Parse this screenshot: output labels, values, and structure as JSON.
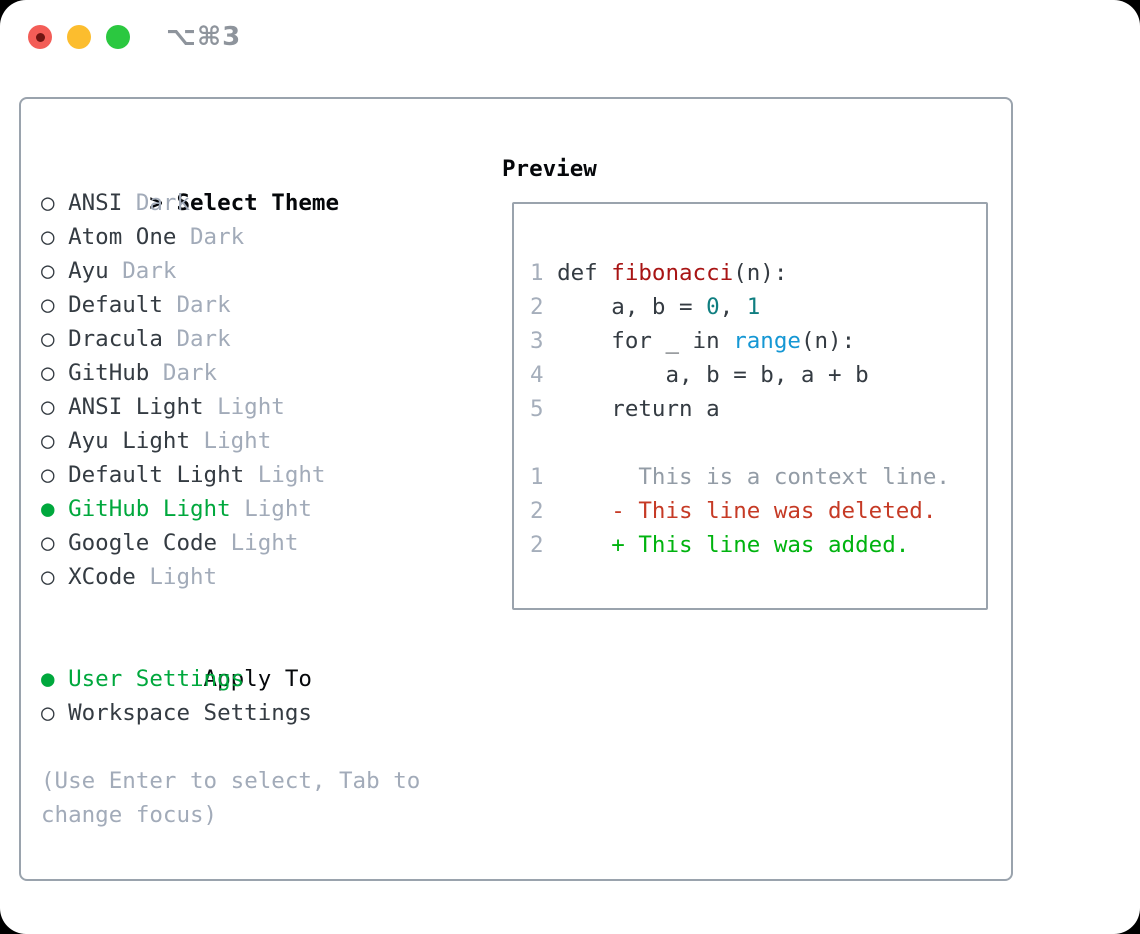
{
  "titlebar": {
    "shortcut": "⌥⌘3"
  },
  "markers": {
    "title": ">",
    "selected": "●",
    "unselected": "○"
  },
  "theme_list": {
    "title": "Select Theme",
    "items": [
      {
        "name": "ANSI",
        "variant": "Dark",
        "selected": false
      },
      {
        "name": "Atom One",
        "variant": "Dark",
        "selected": false
      },
      {
        "name": "Ayu",
        "variant": "Dark",
        "selected": false
      },
      {
        "name": "Default",
        "variant": "Dark",
        "selected": false
      },
      {
        "name": "Dracula",
        "variant": "Dark",
        "selected": false
      },
      {
        "name": "GitHub",
        "variant": "Dark",
        "selected": false
      },
      {
        "name": "ANSI Light",
        "variant": "Light",
        "selected": false
      },
      {
        "name": "Ayu Light",
        "variant": "Light",
        "selected": false
      },
      {
        "name": "Default Light",
        "variant": "Light",
        "selected": false
      },
      {
        "name": "GitHub Light",
        "variant": "Light",
        "selected": true
      },
      {
        "name": "Google Code",
        "variant": "Light",
        "selected": false
      },
      {
        "name": "XCode",
        "variant": "Light",
        "selected": false
      }
    ]
  },
  "apply_to": {
    "title": "Apply To",
    "options": [
      {
        "label": "User Settings",
        "selected": true
      },
      {
        "label": "Workspace Settings",
        "selected": false
      }
    ]
  },
  "hint": "(Use Enter to select, Tab to change focus)",
  "preview": {
    "title": "Preview",
    "lines": [
      {
        "num": "1",
        "tokens": [
          {
            "t": " def ",
            "c": "fg"
          },
          {
            "t": "fibonacci",
            "c": "fn"
          },
          {
            "t": "(n):",
            "c": "fg"
          }
        ]
      },
      {
        "num": "2",
        "tokens": [
          {
            "t": "     a, b = ",
            "c": "fg"
          },
          {
            "t": "0",
            "c": "num"
          },
          {
            "t": ", ",
            "c": "fg"
          },
          {
            "t": "1",
            "c": "num"
          }
        ]
      },
      {
        "num": "3",
        "tokens": [
          {
            "t": "     for _ in ",
            "c": "fg"
          },
          {
            "t": "range",
            "c": "call"
          },
          {
            "t": "(n):",
            "c": "fg"
          }
        ]
      },
      {
        "num": "4",
        "tokens": [
          {
            "t": "         a, b = b, a + b",
            "c": "fg"
          }
        ]
      },
      {
        "num": "5",
        "tokens": [
          {
            "t": "     return a",
            "c": "fg"
          }
        ]
      },
      {
        "num": "",
        "tokens": []
      },
      {
        "num": "1",
        "tokens": [
          {
            "t": "       This is a context line.",
            "c": "ctx"
          }
        ]
      },
      {
        "num": "2",
        "tokens": [
          {
            "t": "     - This line was deleted.",
            "c": "del"
          }
        ]
      },
      {
        "num": "2",
        "tokens": [
          {
            "t": "     + This line was added.",
            "c": "add"
          }
        ]
      }
    ]
  },
  "colors": {
    "selection_green": "#00a83d",
    "added_green": "#00b30f",
    "deleted_red": "#c63a25",
    "function_red": "#a81414",
    "number_teal": "#0f7e80",
    "call_blue": "#1597d4",
    "text_dark": "#343b42",
    "title_black": "#05070a",
    "muted_gray": "#a2abb9",
    "context_gray": "#939ca6",
    "line_number_gray": "#a5aebb",
    "border_gray": "#9aa3ad",
    "traffic_red": "#f35d57",
    "traffic_red_dot": "#6f1512",
    "traffic_yellow": "#fcbd2e",
    "traffic_green": "#2bc840",
    "shortcut_gray": "#8e949c"
  }
}
